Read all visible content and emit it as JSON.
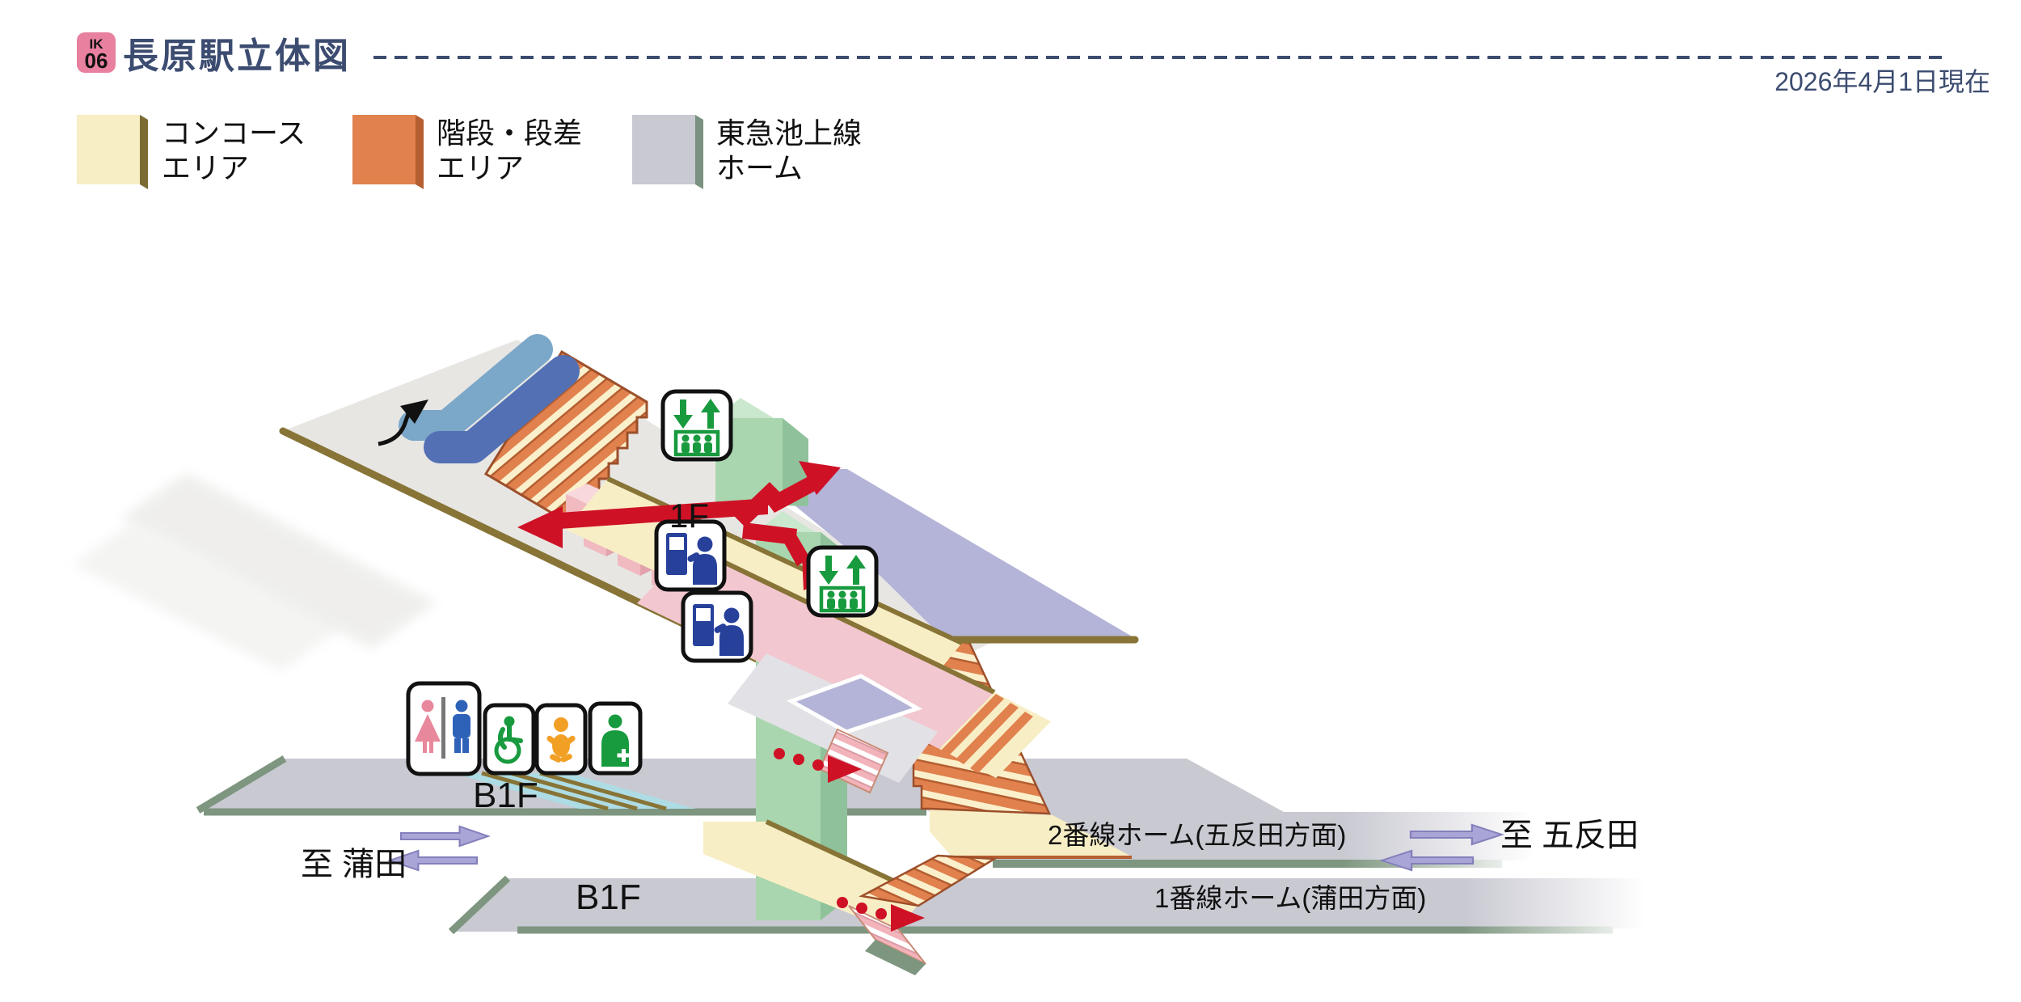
{
  "header": {
    "badge_line1": "IK",
    "badge_line2": "06",
    "title": "長原駅立体図",
    "date_note": "2026年4月1日現在"
  },
  "legend": {
    "items": [
      {
        "label_line1": "コンコース",
        "label_line2": "エリア",
        "color": "#F8EEC5"
      },
      {
        "label_line1": "階段・段差",
        "label_line2": "エリア",
        "color": "#E0814E"
      },
      {
        "label_line1": "東急池上線",
        "label_line2": "ホーム",
        "color": "#C9C9D2"
      }
    ]
  },
  "diagram": {
    "floors": {
      "f1": "1F",
      "b1f_upper": "B1F",
      "b1f_lower": "B1F"
    },
    "platforms": {
      "platform2": "2番線ホーム(五反田方面)",
      "platform1": "1番線ホーム(蒲田方面)"
    },
    "directions": {
      "to_kamata": "至 蒲田",
      "to_gotanda": "至 五反田"
    },
    "icons": {
      "elevator": "elevator-icon",
      "ticket_machine": "ticket-machine-icon",
      "toilet": "toilet-icon",
      "wheelchair": "wheelchair-accessible-icon",
      "baby_care": "baby-care-icon",
      "nursing": "nursing-room-icon",
      "up_direction": "escalator-up-arrow",
      "walking_route": "walking-route-arrow",
      "train_direction": "train-direction-arrow"
    },
    "colors": {
      "line_badge": "#E8809F",
      "header_navy": "#3C4C70",
      "concourse": "#F8EEC5",
      "stairs": "#E0814E",
      "platform": "#C9C9D2",
      "platform_edge": "#7E9680",
      "deck_lavender": "#B4B4D8",
      "route_red": "#CF1126",
      "ramp_pink": "#F3C7CF",
      "shaft_green": "#A9D6AE"
    }
  }
}
